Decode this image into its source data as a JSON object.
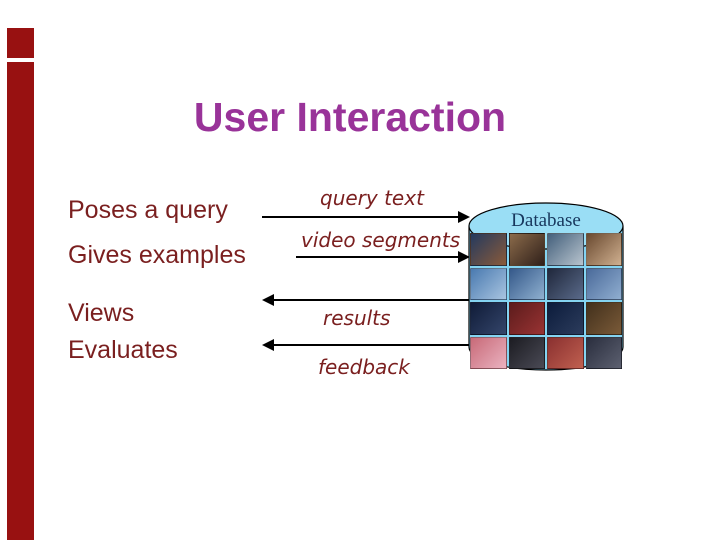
{
  "slide": {
    "title": "User Interaction"
  },
  "actions": {
    "items": [
      "Poses a query",
      "Gives examples",
      "Views",
      "Evaluates"
    ]
  },
  "flows": {
    "items": [
      {
        "label": "query text",
        "direction": "right"
      },
      {
        "label": "video segments",
        "direction": "right"
      },
      {
        "label": "results",
        "direction": "left"
      },
      {
        "label": "feedback",
        "direction": "left"
      }
    ]
  },
  "database": {
    "label": "Database",
    "thumbnails": [
      {
        "c1": "#243a5e",
        "c2": "#8a5a3a"
      },
      {
        "c1": "#8a6a4a",
        "c2": "#30201a"
      },
      {
        "c1": "#44607c",
        "c2": "#b8c4ce"
      },
      {
        "c1": "#6a4a30",
        "c2": "#d0b090"
      },
      {
        "c1": "#4a7ab0",
        "c2": "#a8c4e0"
      },
      {
        "c1": "#35598a",
        "c2": "#8fb0d0"
      },
      {
        "c1": "#20283c",
        "c2": "#5a6a8a"
      },
      {
        "c1": "#4a6a9a",
        "c2": "#90aed0"
      },
      {
        "c1": "#101c38",
        "c2": "#34456a"
      },
      {
        "c1": "#5c1c1c",
        "c2": "#993333"
      },
      {
        "c1": "#0c1c3c",
        "c2": "#2c3c5c"
      },
      {
        "c1": "#42301c",
        "c2": "#7a5a38"
      },
      {
        "c1": "#c86a78",
        "c2": "#eab2c0"
      },
      {
        "c1": "#1c1c22",
        "c2": "#4a4a55"
      },
      {
        "c1": "#8a3030",
        "c2": "#c06050"
      },
      {
        "c1": "#2a2e3e",
        "c2": "#5c6070"
      }
    ]
  },
  "colors": {
    "accent_bar": "#981111",
    "title": "#993399",
    "body_text": "#7a1f1f",
    "cylinder_fill": "#84d4f2",
    "database_label": "#17375d",
    "arrow": "#000000"
  }
}
